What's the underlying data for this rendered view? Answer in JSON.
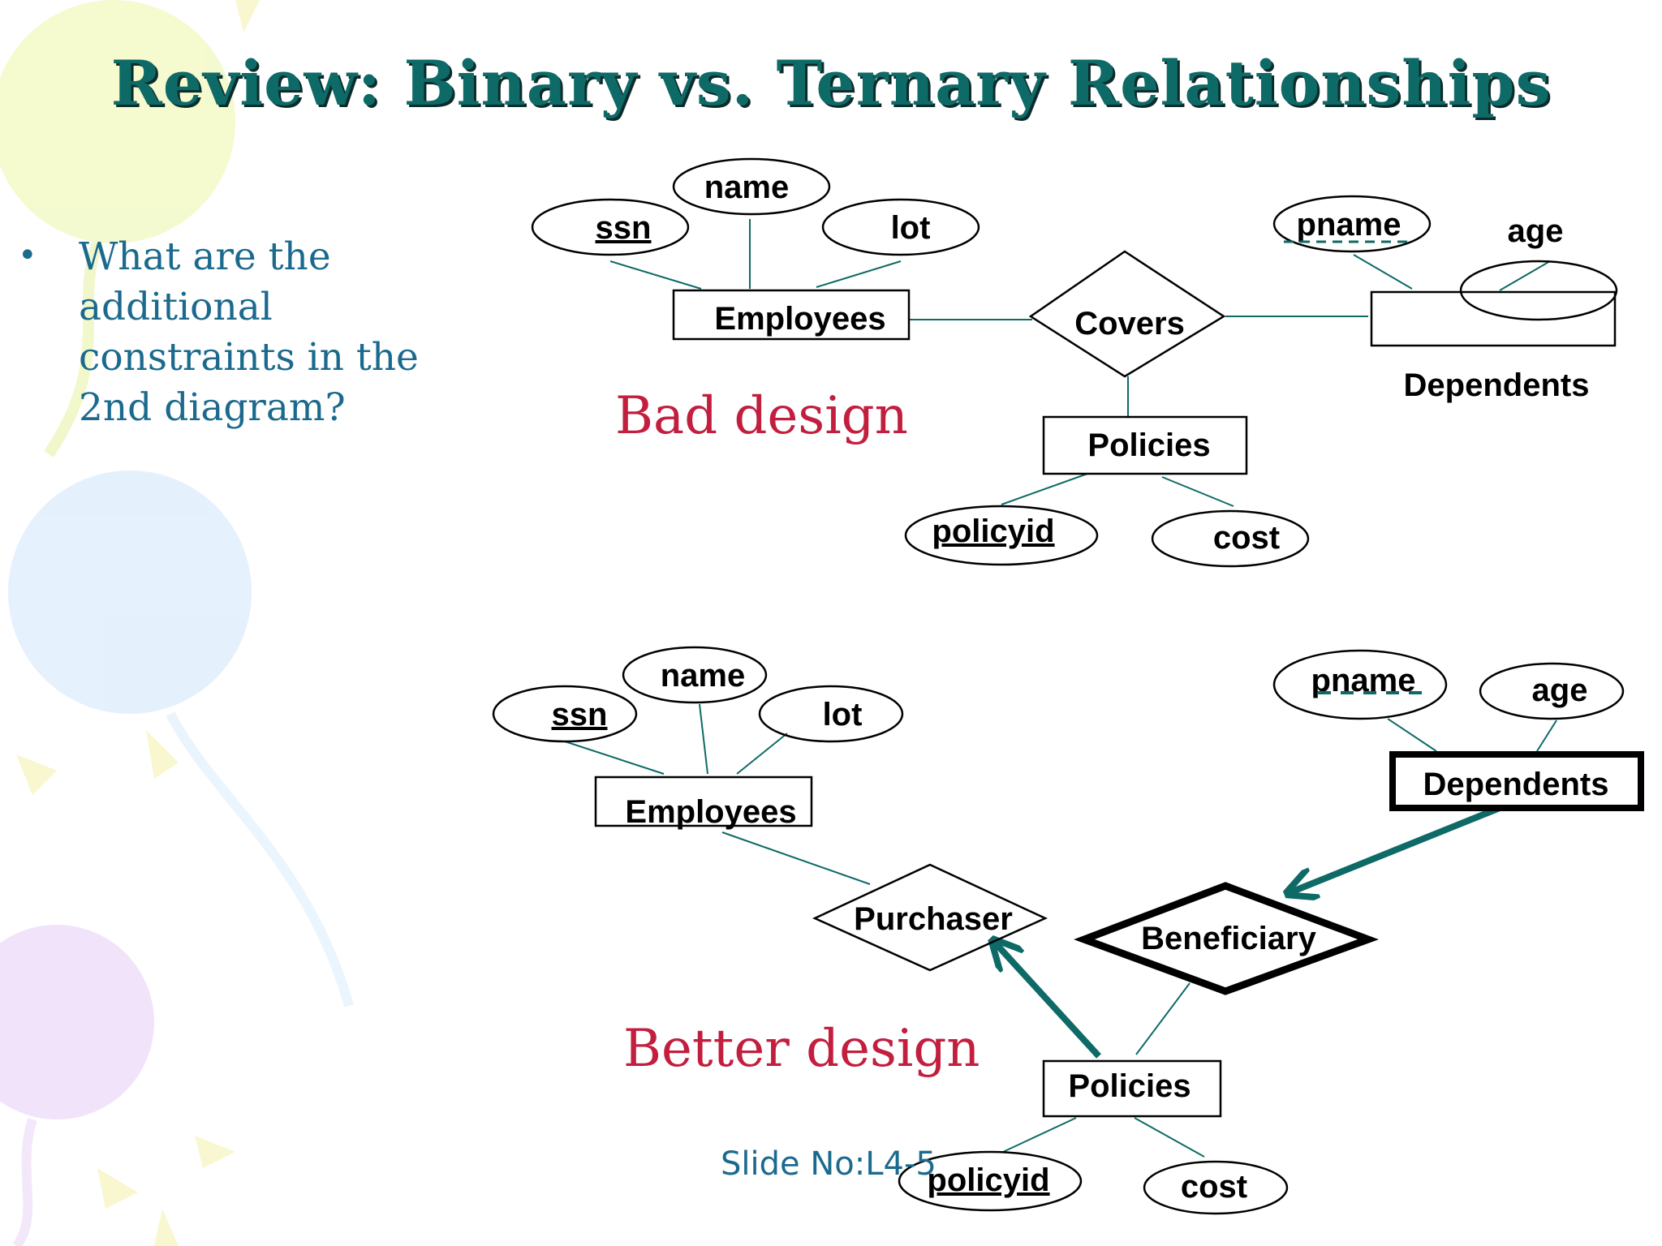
{
  "slide": {
    "title": "Review: Binary vs. Ternary Relationships",
    "question": "What are the additional constraints in the 2nd diagram?",
    "slide_number": "Slide No:L4-5",
    "accent_color": "#0e6a66",
    "label_color": "#c21e3e"
  },
  "bad_design": {
    "label": "Bad design",
    "employees": "Employees",
    "ssn": "ssn",
    "name": "name",
    "lot": "lot",
    "covers": "Covers",
    "dependents": "Dependents",
    "pname": "pname",
    "age": "age",
    "policies": "Policies",
    "policyid": "policyid",
    "cost": "cost"
  },
  "better_design": {
    "label": "Better design",
    "employees": "Employees",
    "ssn": "ssn",
    "name": "name",
    "lot": "lot",
    "purchaser": "Purchaser",
    "beneficiary": "Beneficiary",
    "dependents": "Dependents",
    "pname": "pname",
    "age": "age",
    "policies": "Policies",
    "policyid": "policyid",
    "cost": "cost"
  }
}
